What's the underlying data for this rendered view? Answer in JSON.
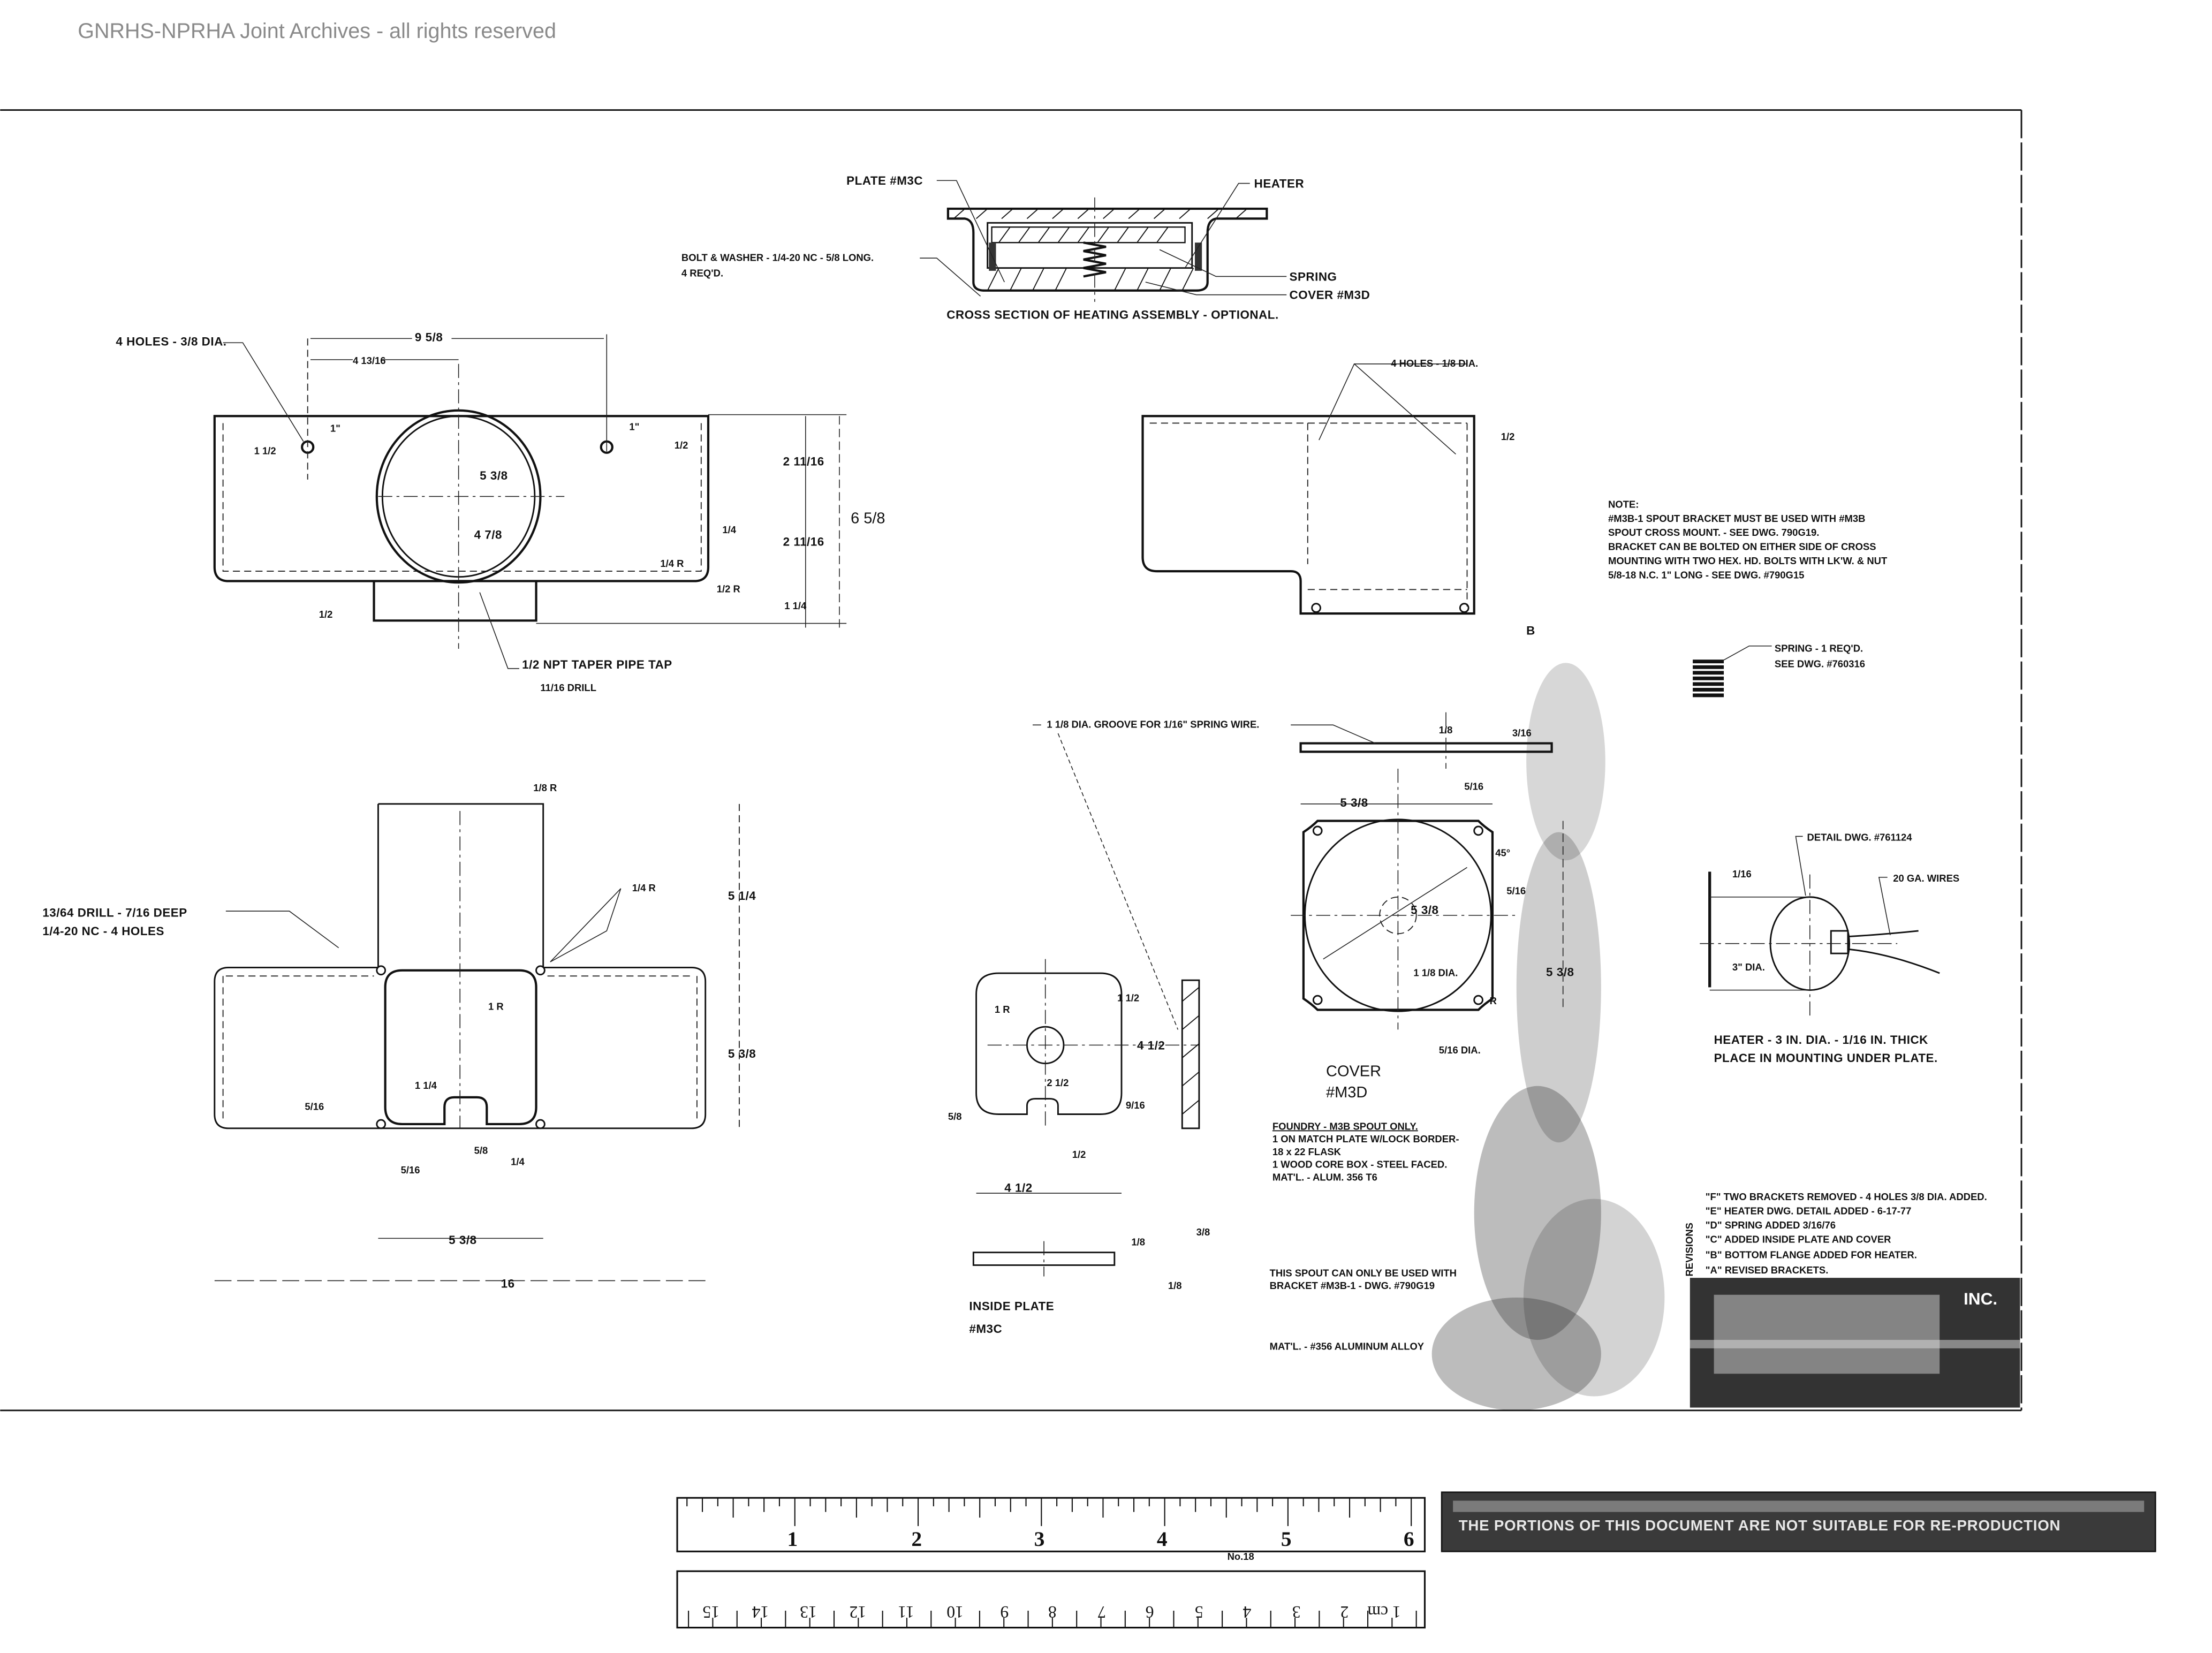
{
  "watermark": "GNRHS-NPRHA Joint Archives - all rights reserved",
  "cross_section": {
    "plate": "PLATE #M3C",
    "heater": "HEATER",
    "bolt": "BOLT & WASHER - 1/4-20 NC - 5/8 LONG.",
    "bolt_qty": "4 REQ'D.",
    "spring": "SPRING",
    "cover": "COVER #M3D",
    "caption": "CROSS SECTION OF HEATING ASSEMBLY - OPTIONAL."
  },
  "spout_view": {
    "holes": "4 HOLES - 3/8 DIA.",
    "pipe_tap": "1/2 NPT TAPER PIPE TAP",
    "drill": "11/16 DRILL",
    "dims": [
      "9 5/8",
      "4 13/16",
      "1 1/2",
      "1\"",
      "5 3/8",
      "4 7/8",
      "2 11/16",
      "2 11/16",
      "6 5/8",
      "1/4",
      "1/4 R",
      "1/2 R",
      "1 1/4",
      "1/2",
      "1\"",
      "1/2"
    ]
  },
  "flat_view": {
    "drill": "13/64 DRILL - 7/16 DEEP",
    "tap": "1/4-20 NC - 4 HOLES",
    "dims": [
      "1/8 R",
      "1/4 R",
      "5 1/4",
      "5 3/8",
      "1 R",
      "1 1/4",
      "5/16",
      "5/8",
      "1/4",
      "5/16",
      "5 3/8",
      "16"
    ]
  },
  "inside_plate": {
    "title": "INSIDE PLATE",
    "part": "#M3C",
    "dims": [
      "1 R",
      "1 1/2",
      "2 1/2",
      "4 1/2",
      "9/16",
      "5/8",
      "1/2",
      "4 1/2",
      "1/8",
      "3/8",
      "1/8"
    ]
  },
  "side_view": {
    "holes": "4 HOLES - 1/8 DIA.",
    "dims": [
      "1/2",
      "B"
    ]
  },
  "note": {
    "heading": "NOTE:",
    "lines": [
      "#M3B-1 SPOUT BRACKET MUST BE USED WITH #M3B",
      "SPOUT CROSS MOUNT. - SEE DWG. 790G19.",
      "BRACKET CAN BE BOLTED ON EITHER SIDE OF CROSS",
      "MOUNTING WITH TWO HEX. HD. BOLTS WITH LK'W. & NUT",
      "5/8-18 N.C. 1\" LONG - SEE DWG. #790G15"
    ]
  },
  "spring_note": [
    "SPRING - 1 REQ'D.",
    "SEE DWG. #760316"
  ],
  "groove": "1 1/8 DIA. GROOVE FOR 1/16\" SPRING WIRE.",
  "cover": {
    "title": "COVER",
    "part": "#M3D",
    "dims": [
      "1/8",
      "3/16",
      "5 3/8",
      "5/16",
      "45°",
      "5/16",
      "5 3/8",
      "1 1/8 DIA.",
      "R",
      "5/16 DIA.",
      "5 3/8"
    ]
  },
  "heater_detail": {
    "detail": "DETAIL DWG. #761124",
    "wires": "20 GA. WIRES",
    "thick": "1/16",
    "dia": "3\" DIA.",
    "caption1": "HEATER - 3 IN. DIA. - 1/16 IN. THICK",
    "caption2": "PLACE IN MOUNTING UNDER PLATE."
  },
  "foundry": [
    "FOUNDRY - M3B SPOUT ONLY.",
    "1 ON MATCH PLATE W/LOCK BORDER-",
    "18 x 22 FLASK",
    "1 WOOD CORE BOX - STEEL FACED.",
    "MAT'L. - ALUM. 356 T6"
  ],
  "spout_note": [
    "THIS SPOUT CAN ONLY BE USED WITH",
    "BRACKET #M3B-1 - DWG. #790G19"
  ],
  "material": "MAT'L. - #356 ALUMINUM ALLOY",
  "revisions": {
    "label": "REVISIONS",
    "items": [
      "\"F\" TWO BRACKETS REMOVED - 4 HOLES 3/8 DIA. ADDED.",
      "\"E\" HEATER DWG. DETAIL ADDED - 6-17-77",
      "\"D\" SPRING ADDED 3/16/76",
      "\"C\" ADDED INSIDE PLATE AND COVER",
      "\"B\" BOTTOM FLANGE ADDED FOR HEATER.",
      "\"A\" REVISED BRACKETS."
    ]
  },
  "title_block": {
    "company": "INC."
  },
  "ruler": {
    "inches": [
      "1",
      "2",
      "3",
      "4",
      "5",
      "6"
    ],
    "model": "No.18",
    "cm": [
      "1 cm",
      "2",
      "3",
      "4",
      "5",
      "6",
      "7",
      "8",
      "9",
      "10",
      "11",
      "12",
      "13",
      "14",
      "15"
    ]
  },
  "footer_warning": "THE PORTIONS OF THIS DOCUMENT ARE NOT SUITABLE FOR RE-PRODUCTION"
}
